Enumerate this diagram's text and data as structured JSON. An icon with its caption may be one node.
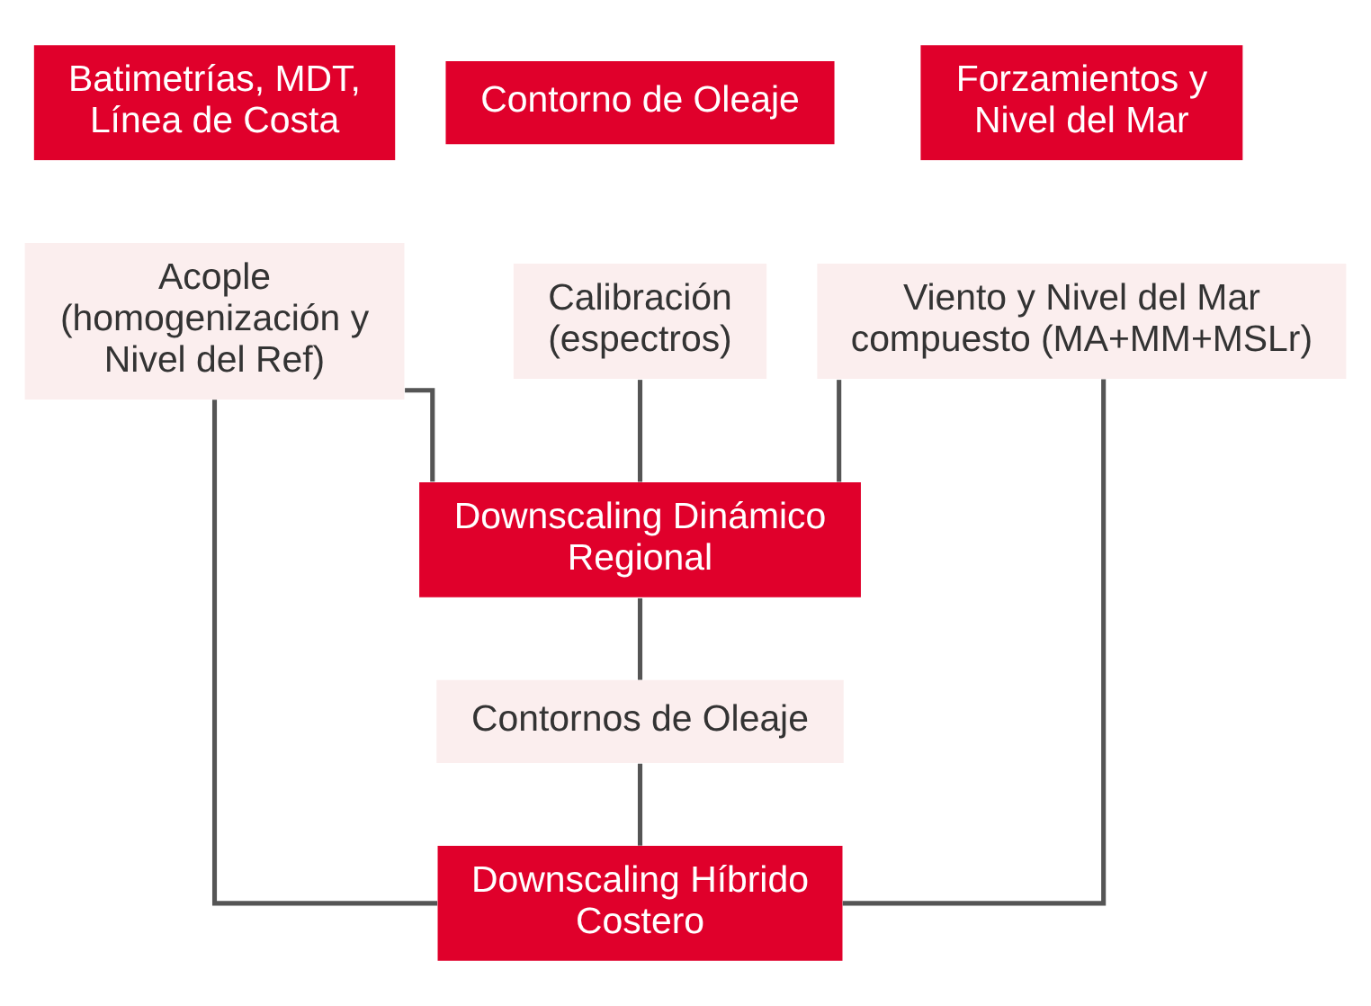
{
  "diagram": {
    "nodes": [
      {
        "text": [
          "Batimetrías, MDT, Línea de Costa"
        ]
      },
      {
        "text": [
          "Forzamientos y Nivel del Mar"
        ]
      },
      {
        "text": [
          "Contorno de Oleaje"
        ]
      },
      {
        "text": [
          "Acople (homogenización y Nivel del Ref)"
        ]
      },
      {
        "text": [
          "Viento y Nivel del Mar compuesto (MA+MM+MSLr)"
        ]
      },
      {
        "text": [
          "Calibración (espectros)"
        ]
      },
      {
        "text": [
          "Downscaling Dinámico Regional"
        ]
      },
      {
        "text": [
          "Contornos de Oleaje"
        ]
      },
      {
        "text": [
          "Downscaling Híbrido Costero"
        ]
      }
    ],
    "edges": [
      {
        "from": 3,
        "to": 6,
        "arrow": "none"
      },
      {
        "from": 4,
        "to": 6,
        "arrow": "none"
      },
      {
        "from": 5,
        "to": 6,
        "arrow": "none"
      },
      {
        "from": 3,
        "to": 8,
        "arrow": "none"
      },
      {
        "from": 4,
        "to": 8,
        "arrow": "none"
      },
      {
        "from": 6,
        "to": 7,
        "arrow": "none"
      },
      {
        "from": 7,
        "to": 8,
        "arrow": "none"
      }
    ]
  }
}
